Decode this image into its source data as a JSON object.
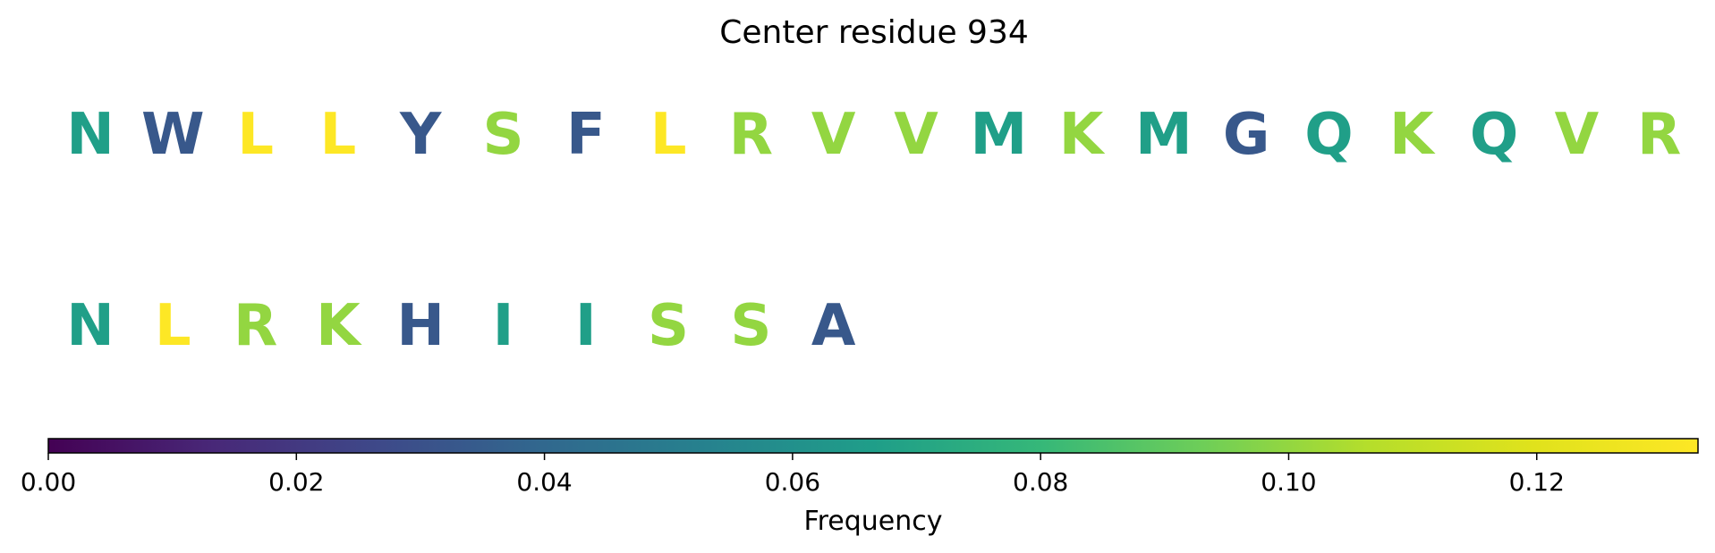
{
  "chart_data": {
    "type": "other",
    "title": "Center residue 934",
    "rows": [
      [
        {
          "letter": "N",
          "frequency": 0.067
        },
        {
          "letter": "W",
          "frequency": 0.033
        },
        {
          "letter": "L",
          "frequency": 0.133
        },
        {
          "letter": "L",
          "frequency": 0.133
        },
        {
          "letter": "Y",
          "frequency": 0.033
        },
        {
          "letter": "S",
          "frequency": 0.1
        },
        {
          "letter": "F",
          "frequency": 0.033
        },
        {
          "letter": "L",
          "frequency": 0.133
        },
        {
          "letter": "R",
          "frequency": 0.1
        },
        {
          "letter": "V",
          "frequency": 0.1
        },
        {
          "letter": "V",
          "frequency": 0.1
        },
        {
          "letter": "M",
          "frequency": 0.067
        },
        {
          "letter": "K",
          "frequency": 0.1
        },
        {
          "letter": "M",
          "frequency": 0.067
        },
        {
          "letter": "G",
          "frequency": 0.033
        },
        {
          "letter": "Q",
          "frequency": 0.067
        },
        {
          "letter": "K",
          "frequency": 0.1
        },
        {
          "letter": "Q",
          "frequency": 0.067
        },
        {
          "letter": "V",
          "frequency": 0.1
        },
        {
          "letter": "R",
          "frequency": 0.1
        }
      ],
      [
        {
          "letter": "N",
          "frequency": 0.067
        },
        {
          "letter": "L",
          "frequency": 0.133
        },
        {
          "letter": "R",
          "frequency": 0.1
        },
        {
          "letter": "K",
          "frequency": 0.1
        },
        {
          "letter": "H",
          "frequency": 0.033
        },
        {
          "letter": "I",
          "frequency": 0.067
        },
        {
          "letter": "I",
          "frequency": 0.067
        },
        {
          "letter": "S",
          "frequency": 0.1
        },
        {
          "letter": "S",
          "frequency": 0.1
        },
        {
          "letter": "A",
          "frequency": 0.033
        }
      ]
    ],
    "colorbar": {
      "label": "Frequency",
      "range": [
        0.0,
        0.133
      ],
      "ticks": [
        0.0,
        0.02,
        0.04,
        0.06,
        0.08,
        0.1,
        0.12
      ],
      "tick_labels": [
        "0.00",
        "0.02",
        "0.04",
        "0.06",
        "0.08",
        "0.10",
        "0.12"
      ],
      "colormap": "viridis"
    }
  }
}
